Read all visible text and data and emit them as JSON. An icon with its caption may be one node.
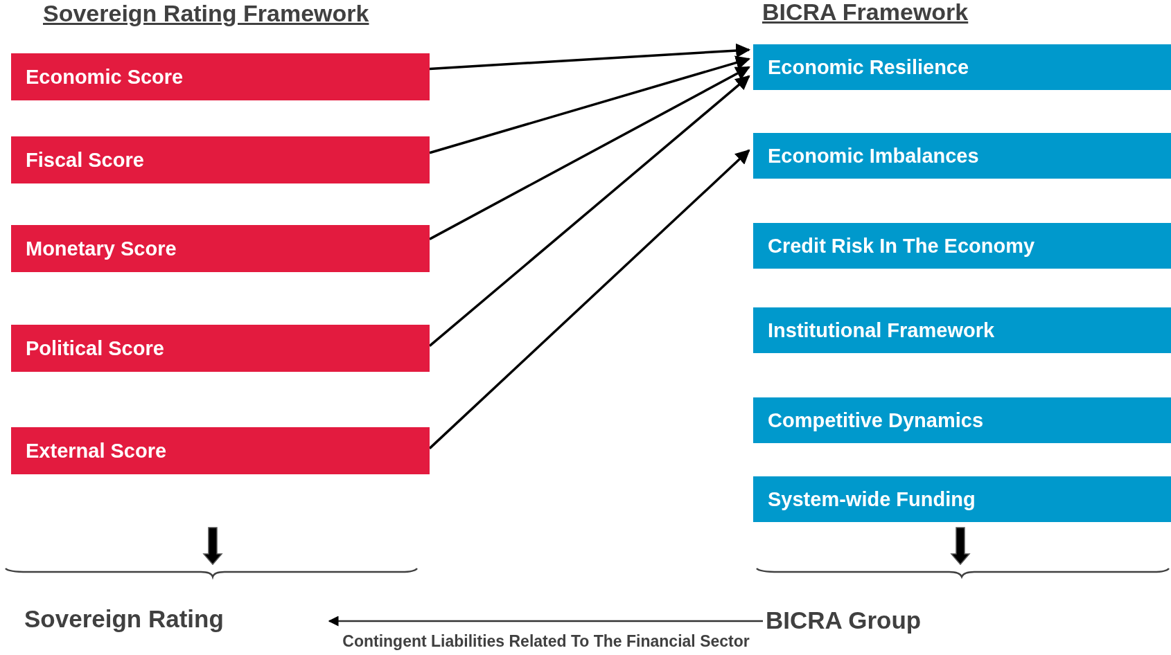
{
  "diagram": {
    "nodes": [
      {
        "text": [
          "Economic Score"
        ]
      },
      {
        "text": [
          "Fiscal Score"
        ]
      },
      {
        "text": [
          "Monetary Score"
        ]
      },
      {
        "text": [
          "Political Score"
        ]
      },
      {
        "text": [
          "External Score"
        ]
      },
      {
        "text": [
          "Economic Resilience"
        ]
      },
      {
        "text": [
          "Economic Imbalances"
        ]
      },
      {
        "text": [
          "Credit Risk In The Economy"
        ]
      },
      {
        "text": [
          "Institutional Framework"
        ]
      },
      {
        "text": [
          "Competitive Dynamics"
        ]
      },
      {
        "text": [
          "System-wide Funding"
        ]
      },
      {
        "text": [
          "Sovereign Rating"
        ]
      },
      {
        "text": [
          "BICRA Group"
        ]
      }
    ],
    "edges": [
      {
        "from": 0,
        "to": 5,
        "arrow": "to"
      },
      {
        "from": 1,
        "to": 5,
        "arrow": "to"
      },
      {
        "from": 2,
        "to": 5,
        "arrow": "to"
      },
      {
        "from": 3,
        "to": 5,
        "arrow": "to"
      },
      {
        "from": 4,
        "to": 6,
        "arrow": "to"
      },
      {
        "from": 12,
        "to": 11,
        "arrow": "to",
        "label": "Contingent Liabilities Related To The Financial Sector"
      }
    ],
    "labels": [
      "Sovereign Rating Framework",
      "BICRA Framework"
    ]
  }
}
